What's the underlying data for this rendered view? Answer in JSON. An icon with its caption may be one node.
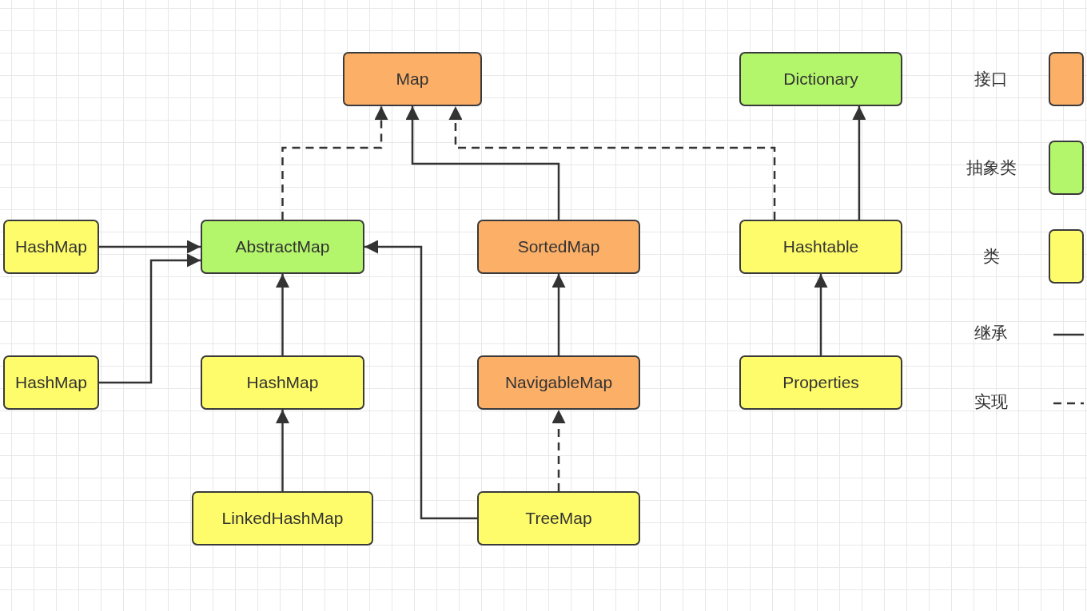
{
  "diagram": {
    "nodes": [
      {
        "text": [
          "Map"
        ]
      },
      {
        "text": [
          "Dictionary"
        ]
      },
      {
        "text": [
          "HashMap"
        ]
      },
      {
        "text": [
          "AbstractMap"
        ]
      },
      {
        "text": [
          "SortedMap"
        ]
      },
      {
        "text": [
          "Hashtable"
        ]
      },
      {
        "text": [
          "HashMap"
        ]
      },
      {
        "text": [
          "HashMap"
        ]
      },
      {
        "text": [
          "NavigableMap"
        ]
      },
      {
        "text": [
          "Properties"
        ]
      },
      {
        "text": [
          "LinkedHashMap"
        ]
      },
      {
        "text": [
          "TreeMap"
        ]
      }
    ],
    "edges": [
      {
        "from": 3,
        "to": 0,
        "arrow": "to",
        "style": "dashed"
      },
      {
        "from": 4,
        "to": 0,
        "arrow": "to"
      },
      {
        "from": 5,
        "to": 0,
        "arrow": "to",
        "style": "dashed"
      },
      {
        "from": 5,
        "to": 1,
        "arrow": "to"
      },
      {
        "from": 2,
        "to": 3,
        "arrow": "to"
      },
      {
        "from": 6,
        "to": 3,
        "arrow": "to"
      },
      {
        "from": 7,
        "to": 3,
        "arrow": "to"
      },
      {
        "from": 11,
        "to": 3,
        "arrow": "to"
      },
      {
        "from": 8,
        "to": 4,
        "arrow": "to"
      },
      {
        "from": 11,
        "to": 8,
        "arrow": "to",
        "style": "dashed"
      },
      {
        "from": 9,
        "to": 5,
        "arrow": "to"
      },
      {
        "from": 10,
        "to": 7,
        "arrow": "to"
      }
    ],
    "legend": [
      {
        "text": "接口",
        "color": "#fcaf67"
      },
      {
        "text": "抽象类",
        "color": "#b3f56b"
      },
      {
        "text": "类",
        "color": "#fefc6a"
      },
      {
        "text": "继承"
      },
      {
        "text": "实现"
      }
    ]
  }
}
